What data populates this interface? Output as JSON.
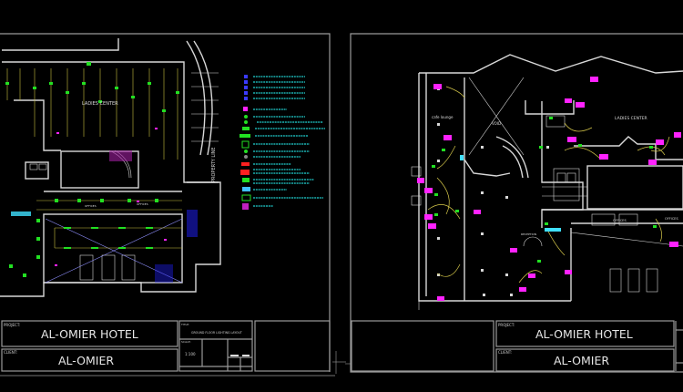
{
  "sheets": [
    {
      "project_label": "PROJECT:",
      "project": "AL-OMIER HOTEL",
      "client_label": "CLIENT:",
      "client": "AL-OMIER",
      "title_label": "TITLE:",
      "title": "GROUND FLOOR LIGHTING LAYOUT",
      "scale_label": "SCALE:",
      "scale": "1:100",
      "rooms": [
        "LADIES CENTER",
        "OFFICES",
        "OFFICES",
        "PROPERTY LINE"
      ]
    },
    {
      "project_label": "PROJECT:",
      "project": "AL-OMIER HOTEL",
      "client_label": "CLIENT:",
      "client": "AL-OMIER",
      "rooms": [
        "cafe lounge",
        "VOID",
        "LADIES CENTER",
        "OFFICES",
        "OFFICES",
        "RECEPTION"
      ]
    }
  ],
  "colors": {
    "background": "#000000",
    "frame": "#9a9a9a",
    "walls": "#d8d8d8",
    "fixtures": "#22e022",
    "wiring": "#d6c84a",
    "sockets": "#ff22ff",
    "legend_text": "#20d0d0",
    "switches": "#3a3aff"
  }
}
